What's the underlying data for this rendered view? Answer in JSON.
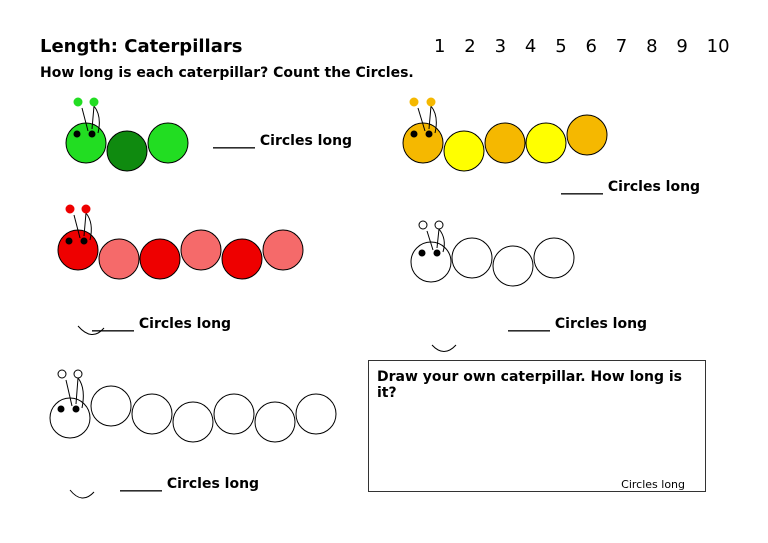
{
  "header": {
    "title": "Length: Caterpillars",
    "instruction": "How long is each caterpillar? Count the Circles.",
    "number_line": [
      "1",
      "2",
      "3",
      "4",
      "5",
      "6",
      "7",
      "8",
      "9",
      "10"
    ]
  },
  "caterpillars": [
    {
      "blank": "______",
      "label": "Circles long",
      "colors": [
        "#22dd22",
        "#0f8a0f",
        "#22dd22"
      ]
    },
    {
      "blank": "______",
      "label": "Circles long",
      "colors": [
        "#f5b800",
        "#ffff00",
        "#f5b800",
        "#ffff00",
        "#f5b800"
      ]
    },
    {
      "blank": "______",
      "label": "Circles long",
      "colors": [
        "#ee0000",
        "#f56a6a",
        "#ee0000",
        "#f56a6a",
        "#ee0000",
        "#f56a6a"
      ]
    },
    {
      "blank": "______",
      "label": "Circles long",
      "colors": [
        "#ffffff",
        "#ffffff",
        "#ffffff",
        "#ffffff"
      ]
    },
    {
      "blank": "______",
      "label": "Circles long",
      "colors": [
        "#ffffff",
        "#ffffff",
        "#ffffff",
        "#ffffff",
        "#ffffff",
        "#ffffff",
        "#ffffff"
      ]
    }
  ],
  "draw_box": {
    "prompt": "Draw your own caterpillar. How long is it?",
    "label": "Circles long"
  }
}
